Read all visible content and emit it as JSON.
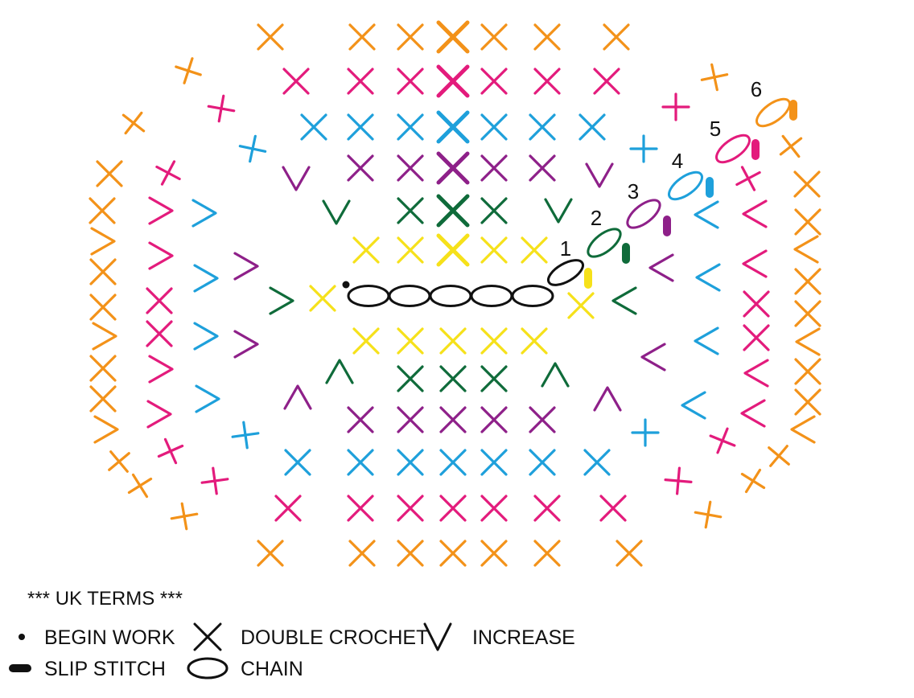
{
  "colors": {
    "round1": "#f6e11a",
    "round2": "#0f6b3a",
    "round3": "#8e2089",
    "round4": "#1ea0db",
    "round5": "#e31b7c",
    "round6": "#f39219",
    "ink": "#111111"
  },
  "legend": {
    "terms": "*** UK TERMS ***",
    "begin": "BEGIN WORK",
    "slip": "SLIP STITCH",
    "dc": "DOUBLE CROCHET",
    "chain": "CHAIN",
    "increase": "INCREASE"
  },
  "rounds": [
    {
      "label": "1",
      "color_key": "round1"
    },
    {
      "label": "2",
      "color_key": "round2"
    },
    {
      "label": "3",
      "color_key": "round3"
    },
    {
      "label": "4",
      "color_key": "round4"
    },
    {
      "label": "5",
      "color_key": "round5"
    },
    {
      "label": "6",
      "color_key": "round6"
    }
  ],
  "foundation_chain_count": 5
}
